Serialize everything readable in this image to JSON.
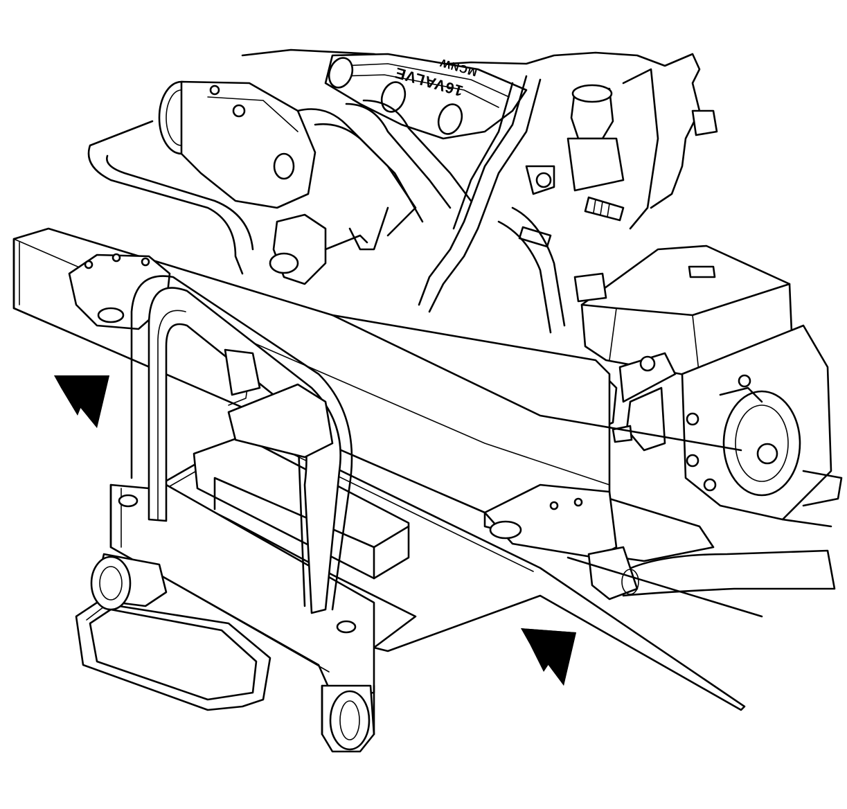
{
  "figure": {
    "engine_cover_lettering": "16VALVE",
    "engine_cover_lettering_upper": "MCNW"
  },
  "arrows": [
    {
      "name": "left-arrow",
      "direction": "down-right"
    },
    {
      "name": "right-arrow",
      "direction": "down-right"
    }
  ]
}
